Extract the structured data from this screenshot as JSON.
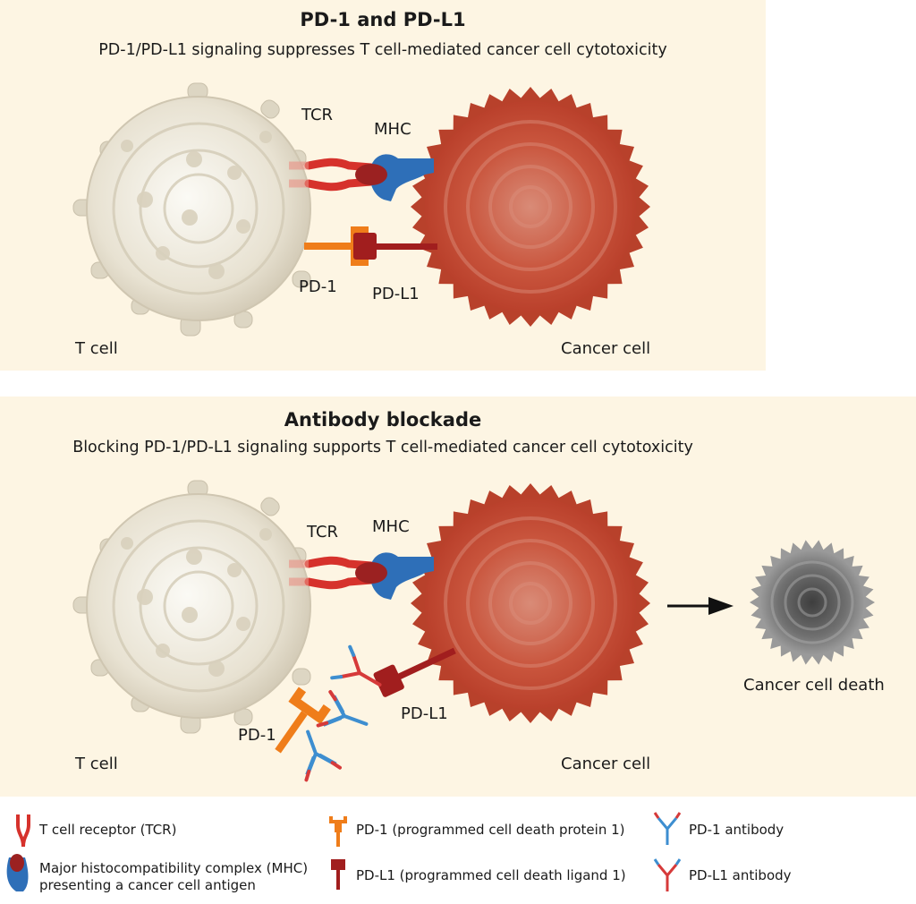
{
  "top_panel": {
    "title": "PD-1 and PD-L1",
    "subtitle": "PD-1/PD-L1 signaling suppresses T cell-mediated cancer cell cytotoxicity",
    "labels": {
      "tcr": "TCR",
      "mhc": "MHC",
      "pd1": "PD-1",
      "pdl1": "PD-L1",
      "t_cell": "T cell",
      "cancer_cell": "Cancer cell"
    }
  },
  "bottom_panel": {
    "title": "Antibody blockade",
    "subtitle": "Blocking PD-1/PD-L1 signaling supports T cell-mediated cancer cell cytotoxicity",
    "labels": {
      "tcr": "TCR",
      "mhc": "MHC",
      "pd1": "PD-1",
      "pdl1": "PD-L1",
      "t_cell": "T cell",
      "cancer_cell": "Cancer cell",
      "cancer_cell_death": "Cancer cell death"
    }
  },
  "legend": {
    "tcr": "T cell receptor (TCR)",
    "mhc_line1": "Major histocompatibility complex (MHC)",
    "mhc_line2": "presenting a cancer cell antigen",
    "pd1": "PD-1 (programmed cell death protein 1)",
    "pdl1": "PD-L1 (programmed cell death ligand 1)",
    "pd1_antibody": "PD-1 antibody",
    "pdl1_antibody": "PD-L1 antibody"
  },
  "colors": {
    "panel_bg": "#fdf5e3",
    "t_cell": "#e6e0d0",
    "cancer_cell": "#c9503a",
    "dead_cell": "#6a6a6a",
    "tcr": "#d6322c",
    "mhc": "#2e6fb8",
    "pd1": "#ef7d1a",
    "pdl1": "#a11e1e",
    "pd1_antibody": "#3d8ed0",
    "pdl1_antibody": "#d63a3a"
  }
}
